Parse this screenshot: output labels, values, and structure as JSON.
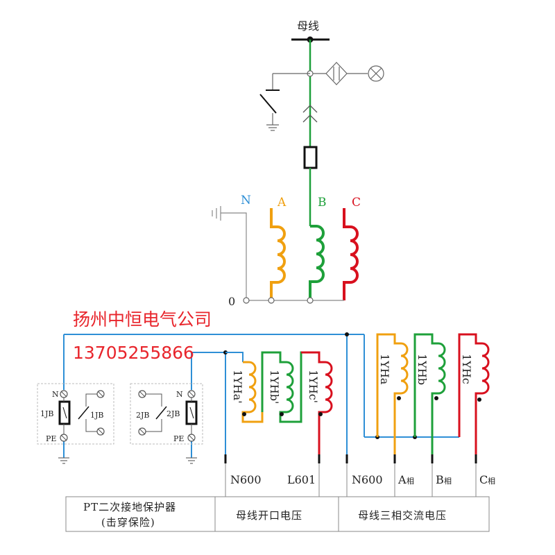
{
  "colors": {
    "blue": "#2e8fd6",
    "orange": "#f0a010",
    "green": "#1ea03a",
    "red": "#d8101e",
    "black": "#111111",
    "gray": "#888888",
    "company_red": "#e8242b"
  },
  "top": {
    "bus_label": "母线"
  },
  "phases": {
    "n": "N",
    "a": "A",
    "b": "B",
    "c": "C",
    "zero": "0"
  },
  "brand": {
    "company": "扬州中恒电气公司",
    "phone": "13705255866"
  },
  "protector": {
    "n1": "N",
    "jb1_left": "1JB",
    "jb1_right": "1JB",
    "pe1": "PE",
    "n2": "N",
    "jb2_left": "2JB",
    "jb2_right": "2JB",
    "pe2": "PE"
  },
  "windings": {
    "open": [
      "1YHa'",
      "1YHb'",
      "1YHc'"
    ],
    "main": [
      "1YHa",
      "1YHb",
      "1YHc"
    ]
  },
  "terminals": {
    "n600_1": "N600",
    "l601": "L601",
    "n600_2": "N600",
    "a": "A",
    "b": "B",
    "c": "C",
    "phase_suffix": "相"
  },
  "table": {
    "cell1_line1": "PT二次接地保护器",
    "cell1_line2": "(击穿保险)",
    "cell2": "母线开口电压",
    "cell3": "母线三相交流电压"
  }
}
